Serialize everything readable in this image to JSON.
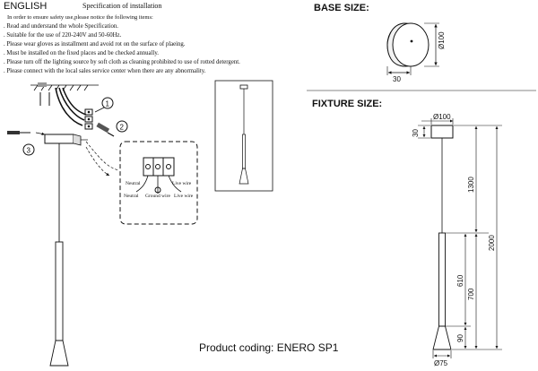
{
  "header": {
    "language": "ENGLISH",
    "title": "Specification of installation"
  },
  "intro": "In order to ensure safety use,please notice the following items:",
  "instructions": [
    ". Read and understand the whole Specification.",
    ". Suitable for the use of 220-240V and 50-60Hz.",
    ". Please wear gloves as installment and avoid rot on the surface of plaeing.",
    ". Must be installed on the fixed places and be checked annually.",
    ". Please turn off the lighting source by soft cloth as cleaning prohibited to use of rotted detergent.",
    ". Please connect with the local sales service center when there are any abnormality."
  ],
  "sections": {
    "base": "BASE SIZE:",
    "fixture": "FIXTURE SIZE:"
  },
  "base_dims": {
    "diameter": "Ø100",
    "height": "30"
  },
  "fixture_dims": {
    "top_diameter": "Ø100",
    "canopy": "30",
    "cable": "1300",
    "total": "2000",
    "body": "700",
    "tube": "610",
    "cone": "90",
    "bottom_diameter": "Ø75"
  },
  "wiring": {
    "neutral_top": "Neutral",
    "live_top": "Live wire",
    "neutral": "Neutral",
    "ground": "Ground wire",
    "live": "Live wire"
  },
  "steps": [
    "1",
    "2",
    "3"
  ],
  "footer": {
    "product_coding": "Product coding: ENERO SP1"
  }
}
